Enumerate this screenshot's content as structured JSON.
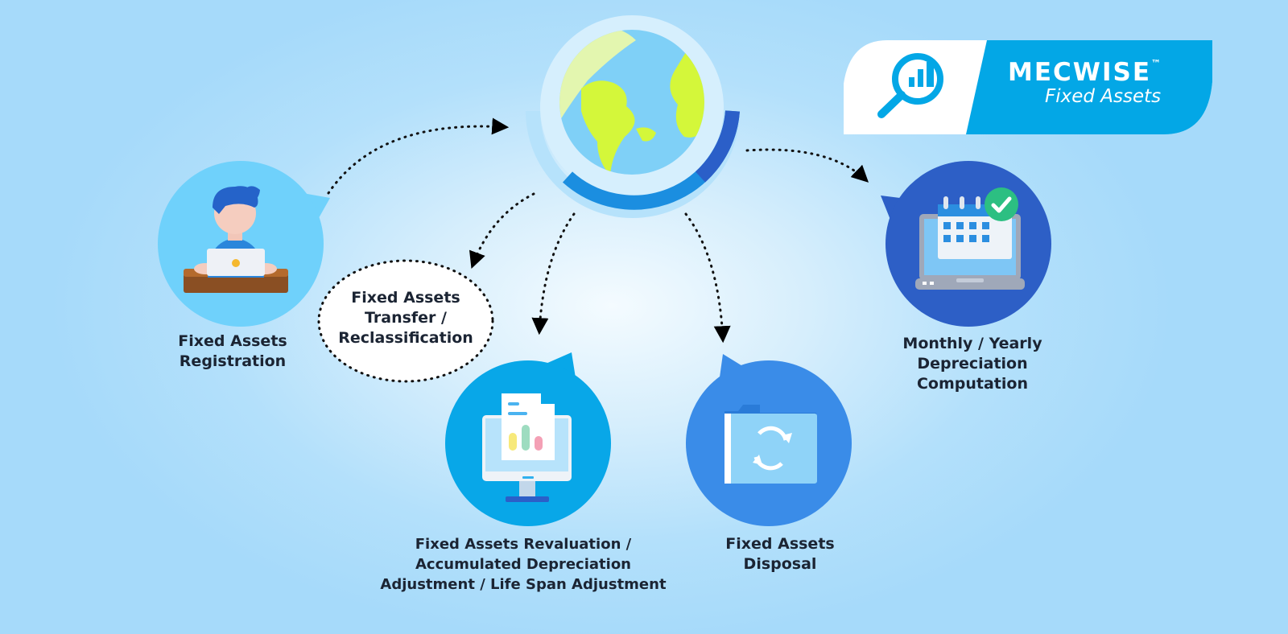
{
  "brand": {
    "name": "MECWISE",
    "tm": "™",
    "product": "Fixed Assets"
  },
  "nodes": {
    "registration": {
      "line1": "Fixed Assets",
      "line2": "Registration",
      "icon": "person-laptop-icon"
    },
    "transfer": {
      "line1": "Fixed Assets",
      "line2": "Transfer /",
      "line3": "Reclassification"
    },
    "revaluation": {
      "line1": "Fixed Assets Revaluation /",
      "line2": "Accumulated Depreciation",
      "line3": "Adjustment / Life Span Adjustment",
      "icon": "monitor-report-icon"
    },
    "disposal": {
      "line1": "Fixed Assets",
      "line2": "Disposal",
      "icon": "folder-sync-icon"
    },
    "depreciation": {
      "line1": "Monthly / Yearly",
      "line2": "Depreciation",
      "line3": "Computation",
      "icon": "laptop-calendar-check-icon"
    },
    "hub": {
      "icon": "globe-icon"
    }
  },
  "colors": {
    "background": "#a6dafa",
    "registration_circle": "#6fd1fb",
    "revaluation_circle": "#08a7e8",
    "disposal_circle": "#3a8ce8",
    "depreciation_circle": "#2d5fc6",
    "logo_blue": "#03a7e6",
    "globe_land": "#d4f73a",
    "globe_water": "#7fd0f7"
  }
}
